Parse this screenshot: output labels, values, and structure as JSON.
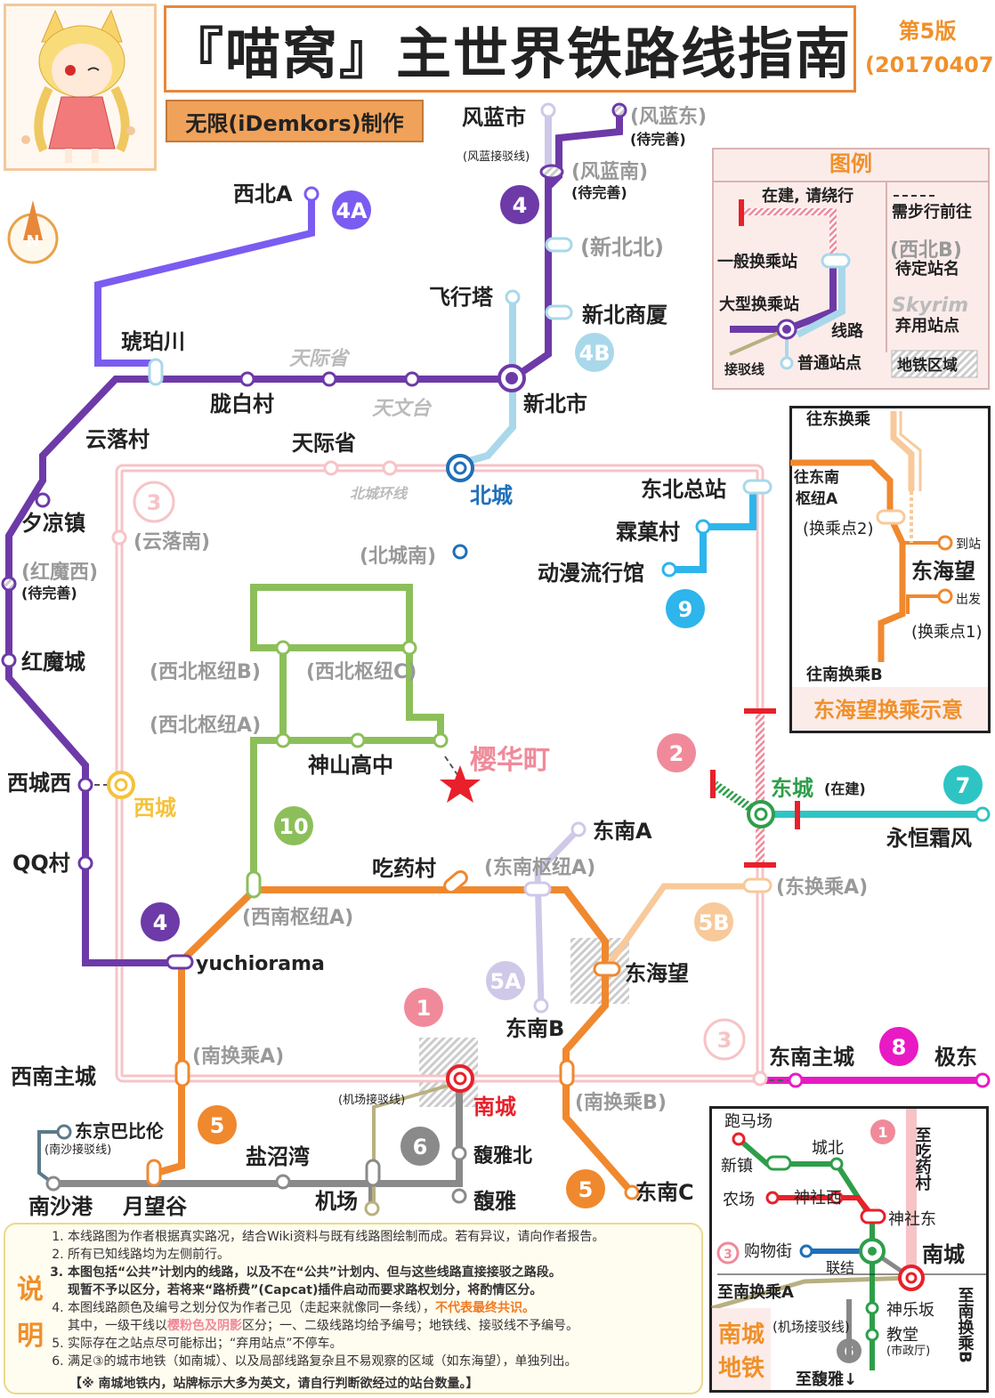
{
  "title": "『喵窝』主世界铁路线指南",
  "edition": {
    "label": "第5版",
    "date": "(20170407)"
  },
  "author": "无限(iDemkors)制作",
  "compass": "N",
  "colors": {
    "line1": "#f08a9a",
    "line2": "#2e9e4a",
    "line3": "#f7c3c7",
    "line4": "#6d3aa8",
    "line4A": "#7b5cf0",
    "line4B": "#a9d8ea",
    "line5": "#f0882e",
    "line5A": "#cfc8e8",
    "line5B": "#f8c99a",
    "line6": "#8a8a8a",
    "line7": "#2fc4c4",
    "line8": "#e81ac4",
    "line9": "#2db5ec",
    "line10": "#8cbf5a",
    "north": "#1f6fb8",
    "west": "#f5c23a",
    "red": "#e8202a"
  },
  "line_badges": [
    "4A",
    "4",
    "4B",
    "3",
    "9",
    "10",
    "2",
    "7",
    "4",
    "5B",
    "1",
    "5A",
    "3",
    "8",
    "5",
    "6",
    "5",
    "1",
    "6",
    "3"
  ],
  "stations": {
    "fenglanshi": "风蓝市",
    "fenglandong": "(风蓝东)",
    "fenglandong_note": "(待完善)",
    "fenglan_spur": "(风蓝接驳线)",
    "fenglannan": "(风蓝南)",
    "fenglannan_note": "(待完善)",
    "xibeiA": "西北A",
    "xinbeibei": "(新北北)",
    "feixingta": "飞行塔",
    "xinbeishangsha": "新北商厦",
    "hupochuan": "琥珀川",
    "tianjisheng_ghost": "天际省",
    "longbaicun": "胧白村",
    "tianwentai_ghost": "天文台",
    "xinbeishi": "新北市",
    "yunluocun": "云落村",
    "tianjisheng": "天际省",
    "beicheng_ring": "北城环线",
    "beicheng": "北城",
    "dongbeizongzhan": "东北总站",
    "xiliangzhen": "夕凉镇",
    "yunluonan": "(云落南)",
    "beichengnan": "(北城南)",
    "mingyecun": "霖菓村",
    "dongman": "动漫流行馆",
    "hongmoxi": "(红魔西)",
    "hongmoxi_note": "(待完善)",
    "hongmocheng": "红魔城",
    "xibeiB": "(西北枢纽B)",
    "xibeiC": "(西北枢纽C)",
    "xibeiA_hub": "(西北枢纽A)",
    "shenshan": "神山高中",
    "yinghuating": "樱华町",
    "xichengxi": "西城西",
    "xicheng": "西城",
    "dongcheng": "东城",
    "dongcheng_note": "(在建)",
    "yonghengshuangfeng": "永恒霜风",
    "dongnanA": "东南A",
    "qqcun": "QQ村",
    "chiyaocun": "吃药村",
    "dongnanshuniuA": "(东南枢纽A)",
    "xinanshuniuA": "(西南枢纽A)",
    "donghuanchengA": "(东换乘A)",
    "yuchiorama": "yuchiorama",
    "donghaiwang": "东海望",
    "dongnanB": "东南B",
    "nanhuanchengA": "(南换乘A)",
    "dongnanzhucheng": "东南主城",
    "jidong": "极东",
    "xinanzhucheng": "西南主城",
    "airport_spur": "(机场接驳线)",
    "nancheng": "南城",
    "nanhuanchengB": "(南换乘B)",
    "dongjing": "东京巴比伦",
    "nansha_spur": "(南沙接驳线)",
    "yanzhaowan": "盐沼湾",
    "fuyabei": "馥雅北",
    "nanshagang": "南沙港",
    "yuewanggu": "月望谷",
    "jichang": "机场",
    "fuya": "馥雅",
    "dongnanC": "东南C"
  },
  "legend": {
    "title": "图例",
    "under_construction": "在建, 请绕行",
    "walk": "需步行前往",
    "normal_transfer": "一般换乘站",
    "undecided_name": "(西北B)",
    "undecided_note": "待定站名",
    "major_transfer": "大型换乘站",
    "skyrim": "Skyrim",
    "abandoned": "弃用站点",
    "line": "线路",
    "spur": "接驳线",
    "normal_station": "普通站点",
    "metro_area": "地铁区域"
  },
  "inset_east": {
    "title": "东海望换乘示意",
    "to_east": "往东换乘",
    "to_southeast": "往东南",
    "hub_a": "枢纽A",
    "transfer2": "(换乘点2)",
    "arrive": "到站",
    "station": "东海望",
    "depart": "出发",
    "transfer1": "(换乘点1)",
    "to_south": "往南换乘B"
  },
  "inset_south": {
    "paoma": "跑马场",
    "chengbei": "城北",
    "xinzhen": "新镇",
    "nongchang": "农场",
    "shenshexi": "神社西",
    "shenshedong": "神社东",
    "gouwujie": "购物街",
    "lianjie": "联结",
    "nancheng": "南城",
    "to_chiyao": "至吃药村",
    "to_nanA": "至南换乘A",
    "to_nanB": "至南换乘B",
    "airport_spur": "(机场接驳线)",
    "shenlepo": "神乐坂",
    "jiaotang": "教堂",
    "shizhengting": "(市政厅)",
    "to_fuya": "至馥雅↓",
    "metro1": "南城",
    "metro2": "地铁"
  },
  "notes": {
    "header": "说明",
    "items": [
      "本线路图为作者根据真实路况，结合Wiki资料与既有线路图绘制而成。若有异议，请向作者报告。",
      "所有已知线路均为左侧前行。",
      "本图包括“公共”计划内的线路，以及不在“公共”计划内、但与这些线路直接接驳之路段。",
      "本图线路颜色及编号之划分仅为作者己见（走起来就像同一条线），",
      "实际存在之站点尽可能标出；“弃用站点”不停车。",
      "满足③的城市地铁（如南城）、以及局部线路复杂且不易观察的区域（如东海望），单独列出。"
    ],
    "item3_b": "现暂不予以区分，若将来“路桥费”(Capcat)插件启动而要求路权划分，将酌情区分。",
    "item4_b": "不代表最终共识。",
    "item4_c": "其中，一级干线以",
    "item4_d": "樱粉色及阴影",
    "item4_e": "区分；一、二级线路均给予编号；地铁线、接驳线不予编号。",
    "footer": "【※ 南城地铁内，站牌标示大多为英文，请自行判断欲经过的站台数量。】"
  }
}
